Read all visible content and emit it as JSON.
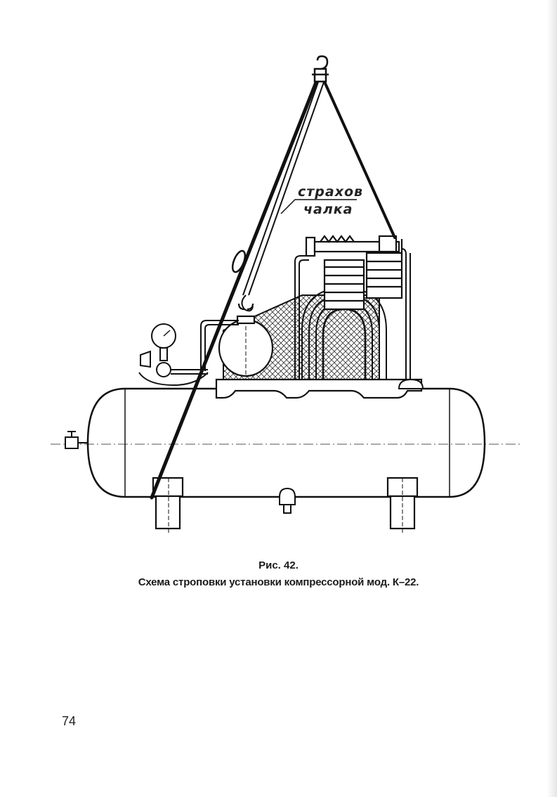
{
  "figure": {
    "label_line1": "страхов",
    "label_line2": "чалка"
  },
  "caption": {
    "number": "Рис. 42.",
    "title": "Схема строповки установки компрессорной мод. К–22."
  },
  "page": {
    "number": "74"
  }
}
